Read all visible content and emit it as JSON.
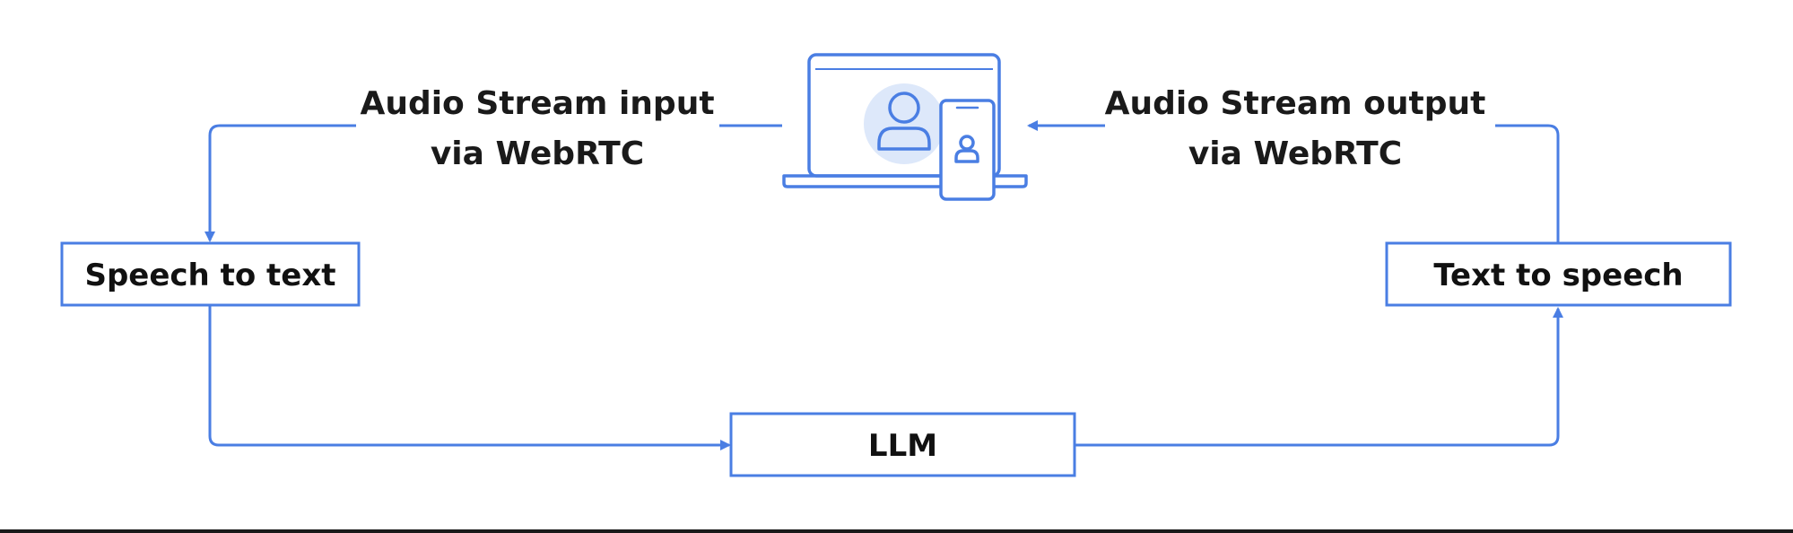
{
  "diagram": {
    "nodes": {
      "speech_to_text": "Speech to text",
      "text_to_speech": "Text to speech",
      "llm": "LLM"
    },
    "edge_labels": {
      "input_line1": "Audio Stream input",
      "input_line2": "via WebRTC",
      "output_line1": "Audio Stream output",
      "output_line2": "via WebRTC"
    },
    "icons": {
      "device": "laptop-with-phone-user-icon"
    },
    "colors": {
      "accent": "#4a7ee3",
      "avatar_bg": "#dde8fa",
      "text": "#111111"
    }
  }
}
